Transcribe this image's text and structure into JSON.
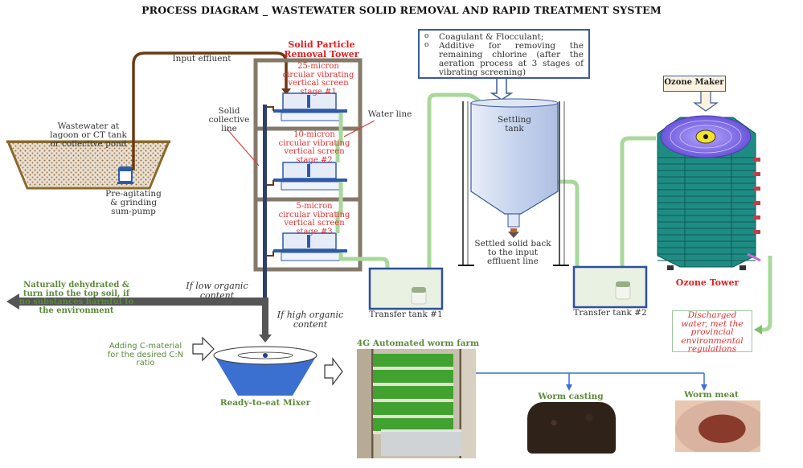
{
  "title": "PROCESS DIAGRAM _ WASTEWATER SOLID REMOVAL AND RAPID TREATMENT SYSTEM",
  "source": {
    "label": [
      "Wastewater at",
      "lagoon or CT tank",
      "or collective pond"
    ],
    "pump_label": [
      "Pre-agitating",
      "& grinding",
      "sum-pump"
    ]
  },
  "input_effluent_label": "Input effluent",
  "tower": {
    "title": [
      "Solid Particle",
      "Removal Tower"
    ],
    "stages": [
      {
        "lines": [
          "25-micron",
          "circular vibrating",
          "vertical screen",
          "stage #1"
        ]
      },
      {
        "lines": [
          "10-micron",
          "circular vibrating",
          "vertical screen",
          "stage #2"
        ]
      },
      {
        "lines": [
          "5-micron",
          "circular vibrating",
          "vertical screen",
          "stage #3"
        ]
      }
    ],
    "solid_line_label": [
      "Solid",
      "collective",
      "line"
    ],
    "water_line_label": "Water line"
  },
  "additive_note": {
    "items": [
      "Coagulant & Flocculant;",
      "Additive for removing the remaining chlorine (after the aeration process at 3 stages of vibrating screening)"
    ],
    "bullet": "o"
  },
  "settling_tank": {
    "label": [
      "Settling",
      "tank"
    ],
    "bottom_label": [
      "Settled solid back",
      "to the input",
      "effluent line"
    ]
  },
  "transfer_tanks": [
    "Transfer tank #1",
    "Transfer tank #2"
  ],
  "ozone": {
    "maker_label": "Ozone Maker",
    "tower_label": "Ozone Tower",
    "discharge_label": [
      "Discharged",
      "water, met the",
      "provincial",
      "environmental",
      "regulations"
    ]
  },
  "solids_branch": {
    "low_organic": [
      "If low organic",
      "content"
    ],
    "high_organic": [
      "If high organic",
      "content"
    ],
    "topsoil_label": [
      "Naturally dehydrated &",
      "turn into the top soil, if",
      "no substances harmful to",
      "the environment"
    ]
  },
  "mixer": {
    "c_material_label": [
      "Adding C-material",
      "for the desired C:N",
      "ratio"
    ],
    "label": "Ready-to-eat Mixer"
  },
  "worm_farm": {
    "label": "4G Automated worm farm",
    "outputs": [
      "Worm casting",
      "Worm meat"
    ]
  },
  "colors": {
    "effluent_pipe": "#6b3a12",
    "solid_line": "#2f3f6a",
    "water_line": "#a8d89a",
    "frame": "#857a6a",
    "note_border": "#3a5a9a",
    "red_text": "#e03030",
    "green_text": "#5a8a3a",
    "mixer_blue": "#3b6fd0",
    "output_arrow": "#3b6fd0",
    "ozone_teal": "#1f8c84",
    "ozone_disc": "#8a70e0"
  }
}
